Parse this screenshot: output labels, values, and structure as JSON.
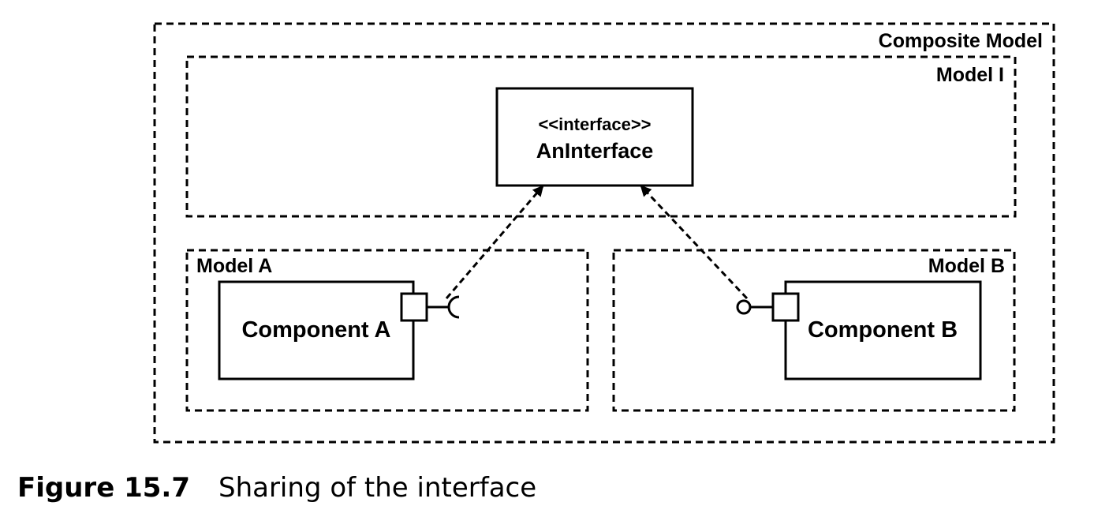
{
  "diagram": {
    "composite_label": "Composite Model",
    "model_i_label": "Model I",
    "model_a_label": "Model A",
    "model_b_label": "Model B",
    "interface_stereotype": "<<interface>>",
    "interface_name": "AnInterface",
    "component_a_label": "Component A",
    "component_b_label": "Component B"
  },
  "caption": {
    "number": "Figure 15.7",
    "text": "Sharing of the interface"
  }
}
